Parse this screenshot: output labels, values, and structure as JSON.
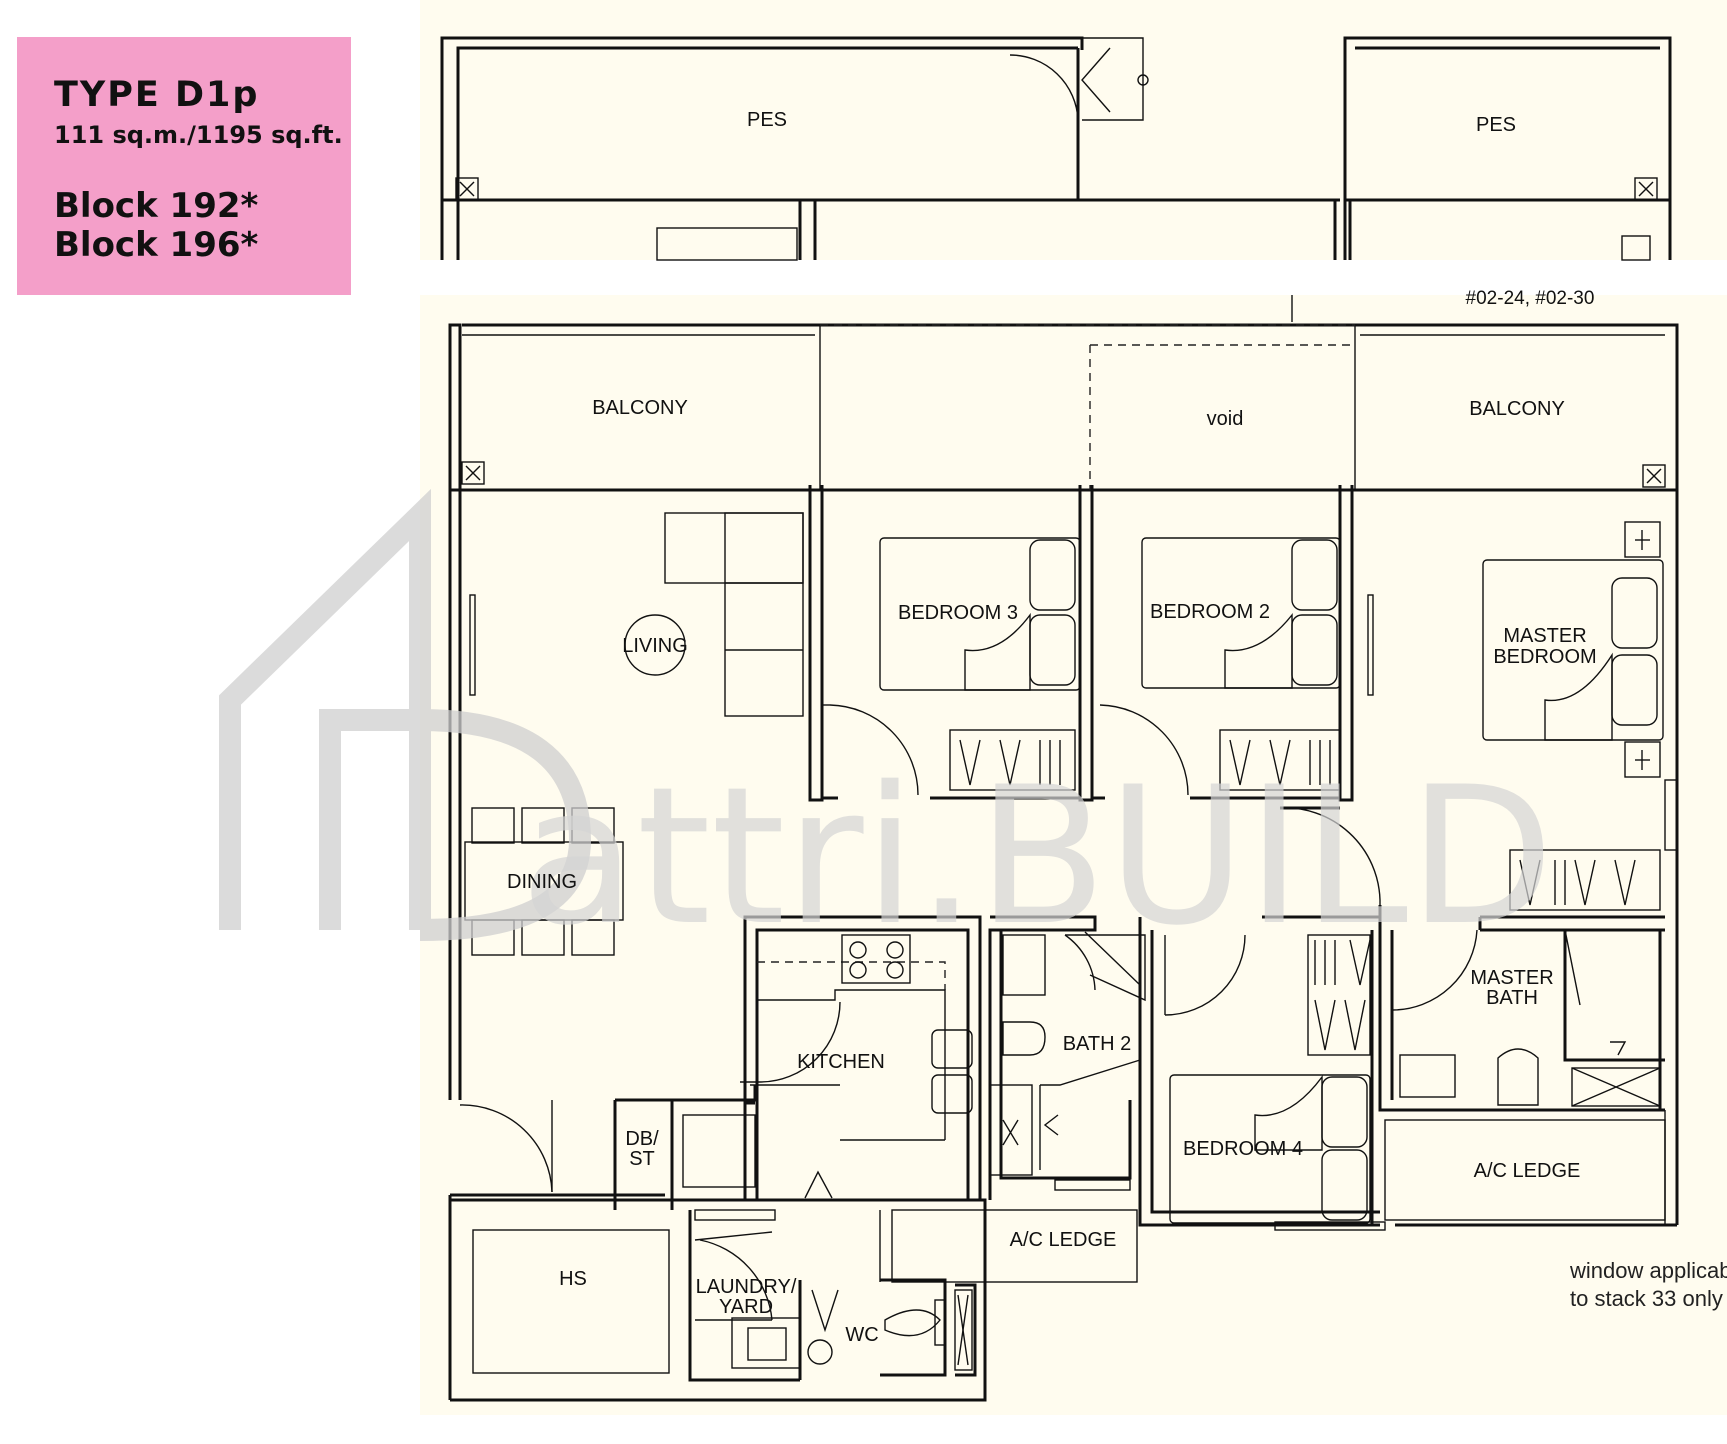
{
  "header": {
    "type_title": "TYPE D1p",
    "area": "111 sq.m./1195 sq.ft.",
    "blocks": [
      "Block 192*",
      "Block 196*"
    ]
  },
  "colors": {
    "header_bg": "#f49fc9",
    "plan_bg": "#fffcef",
    "wall": "#111111",
    "watermark": "#cfcfcf"
  },
  "rooms": {
    "pes_left": "PES",
    "pes_right": "PES",
    "balcony_left": "BALCONY",
    "balcony_right": "BALCONY",
    "void": "void",
    "living": "LIVING",
    "bedroom3": "BEDROOM 3",
    "bedroom2": "BEDROOM 2",
    "master_bedroom": [
      "MASTER",
      "BEDROOM"
    ],
    "dining": "DINING",
    "kitchen": "KITCHEN",
    "bath2": "BATH 2",
    "master_bath": [
      "MASTER",
      "BATH"
    ],
    "bedroom4": "BEDROOM 4",
    "db_st": [
      "DB/",
      "ST"
    ],
    "ac_ledge_mid": "A/C LEDGE",
    "ac_ledge_right": "A/C LEDGE",
    "hs": "HS",
    "laundry_yard": [
      "LAUNDRY/",
      "YARD"
    ],
    "wc": "WC"
  },
  "unit_numbers": "#02-24, #02-30",
  "notes": {
    "window": [
      "window applicable",
      "to stack 33 only"
    ]
  },
  "watermark": {
    "text": "attri.BUILD"
  }
}
